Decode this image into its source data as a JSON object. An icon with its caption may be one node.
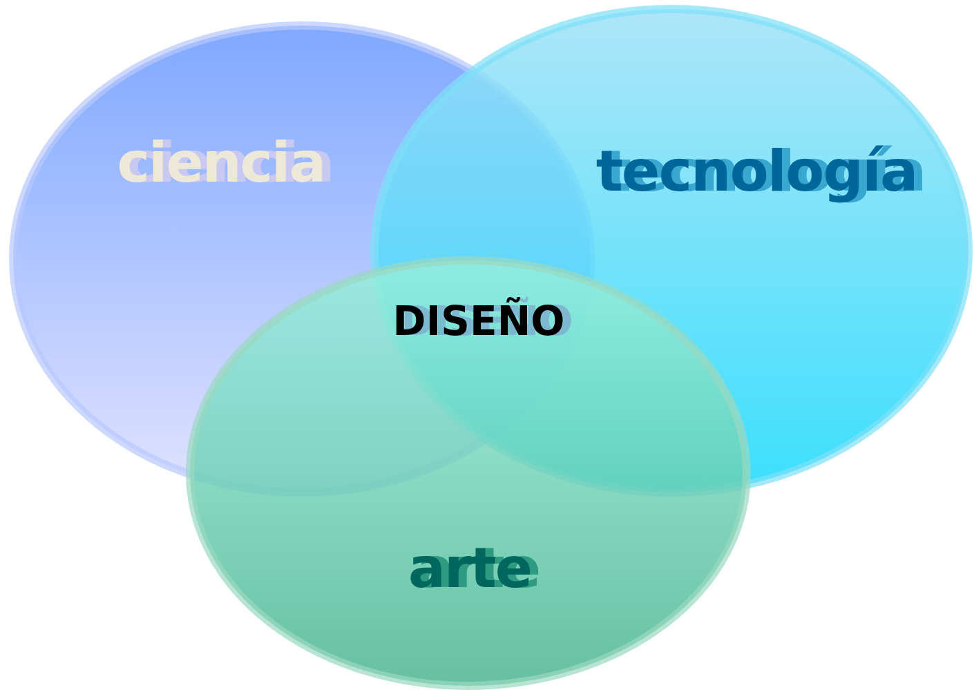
{
  "diagram": {
    "nodes": [
      {
        "text": [
          "ciencia"
        ]
      },
      {
        "text": [
          "tecnología"
        ]
      },
      {
        "text": [
          "arte"
        ]
      }
    ],
    "labels": [
      "DISEÑO"
    ]
  }
}
